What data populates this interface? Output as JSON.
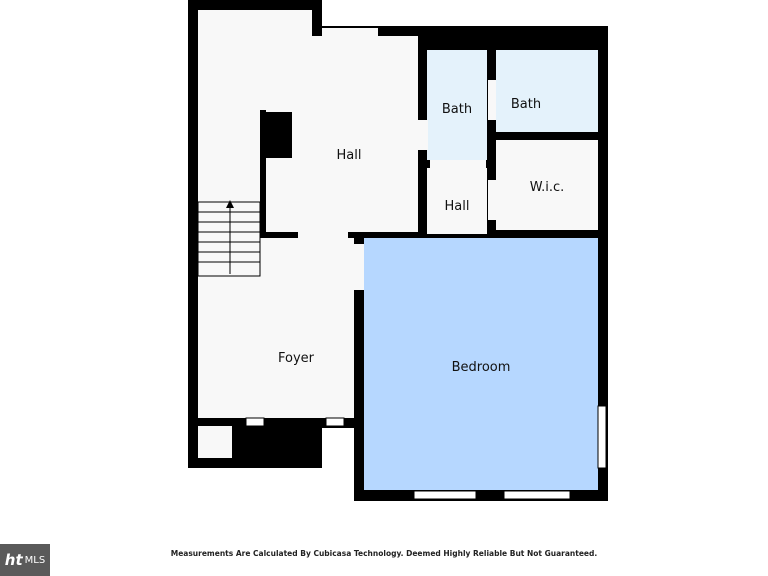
{
  "floor_plan": {
    "rooms": [
      {
        "id": "hall-upper",
        "label": "Hall"
      },
      {
        "id": "bath-1",
        "label": "Bath"
      },
      {
        "id": "bath-2",
        "label": "Bath"
      },
      {
        "id": "hall-small",
        "label": "Hall"
      },
      {
        "id": "wic",
        "label": "W.i.c."
      },
      {
        "id": "foyer",
        "label": "Foyer"
      },
      {
        "id": "bedroom",
        "label": "Bedroom"
      }
    ],
    "colors": {
      "wall": "#000000",
      "floor": "#f8f8f8",
      "bath": "#e4f2fb",
      "bedroom": "#b6d7ff"
    }
  },
  "footer": {
    "disclaimer": "Measurements Are Calculated By Cubicasa Technology. Deemed Highly Reliable But Not Guaranteed.",
    "mls_mark": "ht",
    "mls_text": "MLS"
  }
}
